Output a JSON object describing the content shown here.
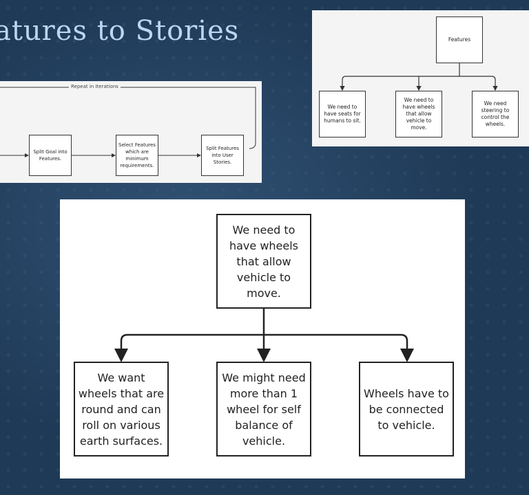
{
  "slide": {
    "title": "atures to Stories"
  },
  "flow_diagram": {
    "loop_label": "Repeat in Iterations",
    "steps": [
      "Split Goal into Features.",
      "Select Features which are minimum requirements.",
      "Split Features into User Stories."
    ]
  },
  "features_diagram": {
    "root": "Features",
    "children": [
      "We need to have seats for humans to sit.",
      "We need to have wheels that allow vehicle to move.",
      "We need steering to control the wheels."
    ]
  },
  "stories_diagram": {
    "root": "We need to have wheels that allow vehicle to move.",
    "children": [
      "We want wheels that are round and can roll on various earth surfaces.",
      "We might need more than 1 wheel for self balance of vehicle.",
      "Wheels have to be connected to vehicle."
    ]
  }
}
